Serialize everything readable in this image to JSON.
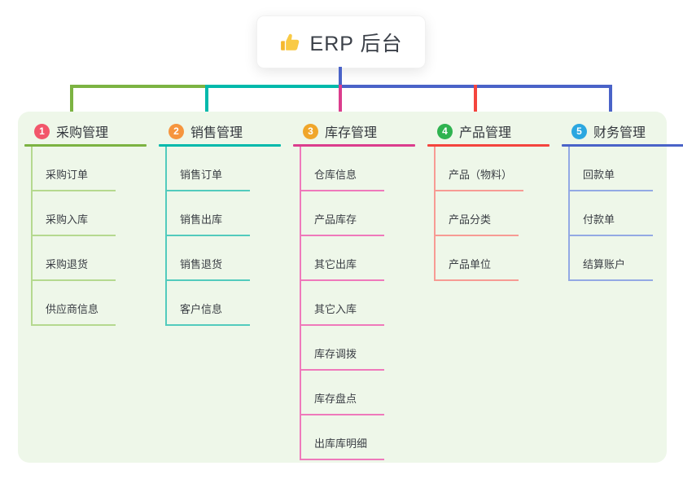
{
  "root": {
    "title": "ERP 后台",
    "icon": "thumbs-up-icon"
  },
  "panel_bg": "#eef7e9",
  "root_line_color": "#4a63c8",
  "branches": [
    {
      "index": "1",
      "label": "采购管理",
      "badge_color": "#f2566b",
      "line_color": "#7cb342",
      "child_line_color": "#b5d98f",
      "children": [
        "采购订单",
        "采购入库",
        "采购退货",
        "供应商信息"
      ]
    },
    {
      "index": "2",
      "label": "销售管理",
      "badge_color": "#f6953e",
      "line_color": "#00b9ab",
      "child_line_color": "#52cbbd",
      "children": [
        "销售订单",
        "销售出库",
        "销售退货",
        "客户信息"
      ]
    },
    {
      "index": "3",
      "label": "库存管理",
      "badge_color": "#f0a62a",
      "line_color": "#db3d8d",
      "child_line_color": "#ef79bb",
      "children": [
        "仓库信息",
        "产品库存",
        "其它出库",
        "其它入库",
        "库存调拨",
        "库存盘点",
        "出库库明细"
      ]
    },
    {
      "index": "4",
      "label": "产品管理",
      "badge_color": "#2fb350",
      "line_color": "#f4453e",
      "child_line_color": "#f79b94",
      "children": [
        "产品（物料）",
        "产品分类",
        "产品单位"
      ]
    },
    {
      "index": "5",
      "label": "财务管理",
      "badge_color": "#2ba7e0",
      "line_color": "#4a63c8",
      "child_line_color": "#93a9e4",
      "children": [
        "回款单",
        "付款单",
        "结算账户"
      ]
    }
  ]
}
